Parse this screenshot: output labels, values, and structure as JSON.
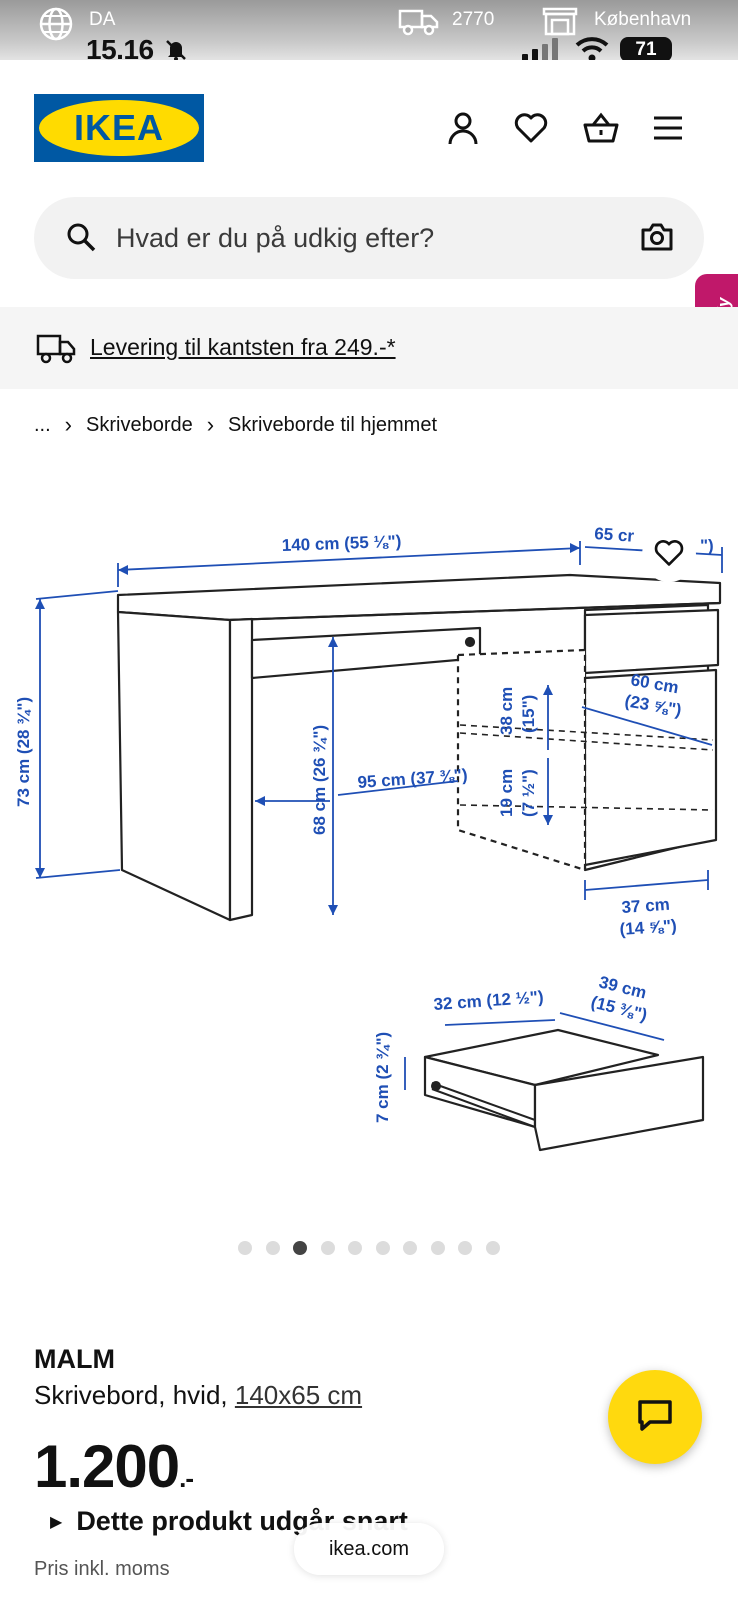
{
  "status_bar": {
    "language": "DA",
    "postal_code": "2770",
    "store": "København",
    "time": "15.16",
    "battery": "71"
  },
  "header": {
    "logo_text": "IKEA",
    "icons": [
      "profile-icon",
      "heart-icon",
      "basket-icon",
      "menu-icon"
    ]
  },
  "search": {
    "placeholder": "Hvad er du på udkig efter?"
  },
  "molly": {
    "label": "Molly"
  },
  "delivery": {
    "text": "Levering til kantsten fra 249.-*"
  },
  "breadcrumb": {
    "ellipsis": "...",
    "items": [
      "Skriveborde",
      "Skriveborde til hjemmet"
    ]
  },
  "product_image": {
    "dimensions": {
      "width": "140 cm (55 ⅛\")",
      "depth": "65 cr",
      "depth_suffix": "\")",
      "height": "73 cm (28 ¾\")",
      "leg_height": "68 cm (26 ¾\")",
      "leg_width": "95 cm (37 ⅜\")",
      "shelf_height_1": "38 cm",
      "shelf_height_1_in": "(15\")",
      "shelf_height_2": "19 cm",
      "shelf_height_2_in": "(7 ½\")",
      "drawer_depth_a": "60 cm",
      "drawer_depth_a_in": "(23 ⅝\")",
      "drawer_width_a": "37 cm",
      "drawer_width_a_in": "(14 ⅝\")",
      "drawer_inner_width": "32 cm (12 ½\")",
      "drawer_inner_depth": "39 cm",
      "drawer_inner_depth_in": "(15 ⅜\")",
      "drawer_height": "7 cm (2 ¾\")"
    }
  },
  "carousel": {
    "count": 10,
    "active_index": 2
  },
  "product": {
    "name": "MALM",
    "desc_prefix": "Skrivebord, hvid, ",
    "size": "140x65 cm",
    "price": "1.200",
    "price_suffix": ".-",
    "discontinued": "Dette produkt udgår snart",
    "vat_note": "Pris inkl. moms"
  },
  "browser": {
    "url": "ikea.com"
  },
  "colors": {
    "ikea_blue": "#0058a3",
    "ikea_yellow": "#ffdb00",
    "dimension_blue": "#1f4fb5",
    "molly_pink": "#c0186a"
  }
}
